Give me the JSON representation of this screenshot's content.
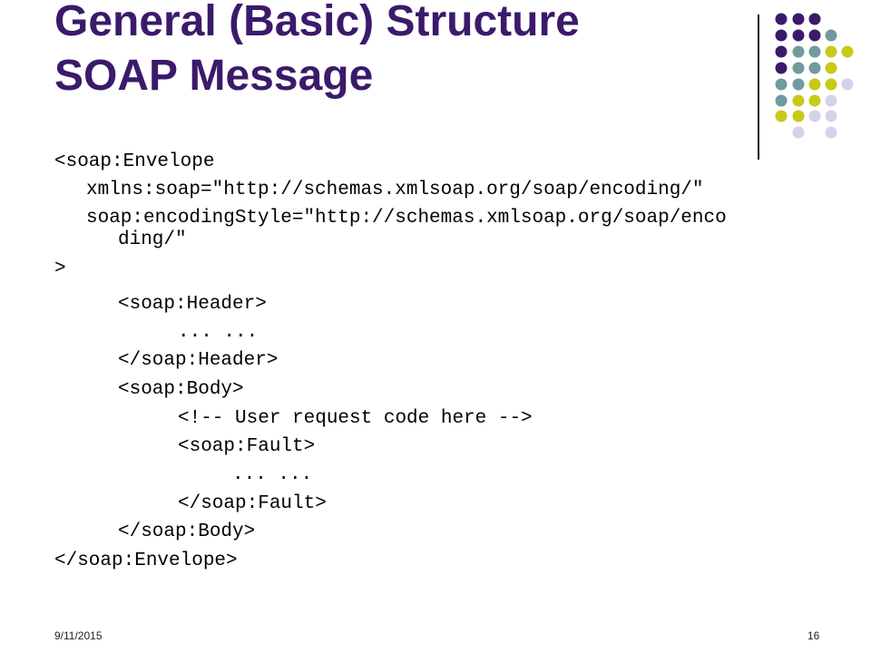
{
  "slide": {
    "title_line1": "General (Basic) Structure",
    "title_line2": "SOAP Message",
    "footer_date": "9/11/2015",
    "footer_page": "16"
  },
  "colors": {
    "title": "#3b1a6b",
    "dot_purple": "#3b1a6b",
    "dot_teal": "#6f9a9e",
    "dot_yellow": "#c9c918",
    "dot_lavender": "#d2d3e8"
  },
  "code": {
    "envelope_open": "<soap:Envelope",
    "xmlns_attr": "xmlns:soap=\"http://schemas.xmlsoap.org/soap/encoding/\"",
    "encoding_attr_1": "soap:encodingStyle=\"http://schemas.xmlsoap.org/soap/enco",
    "encoding_attr_2": "ding/\"",
    "envelope_close_bracket": ">",
    "header_open": "<soap:Header>",
    "header_ellipsis": "... ...",
    "header_close": "</soap:Header>",
    "body_open": "<soap:Body>",
    "comment": "<!-- User request code here -->",
    "fault_open": "<soap:Fault>",
    "fault_ellipsis": "... ...",
    "fault_close": "</soap:Fault>",
    "body_close": "</soap:Body>",
    "envelope_close": "</soap:Envelope>"
  }
}
